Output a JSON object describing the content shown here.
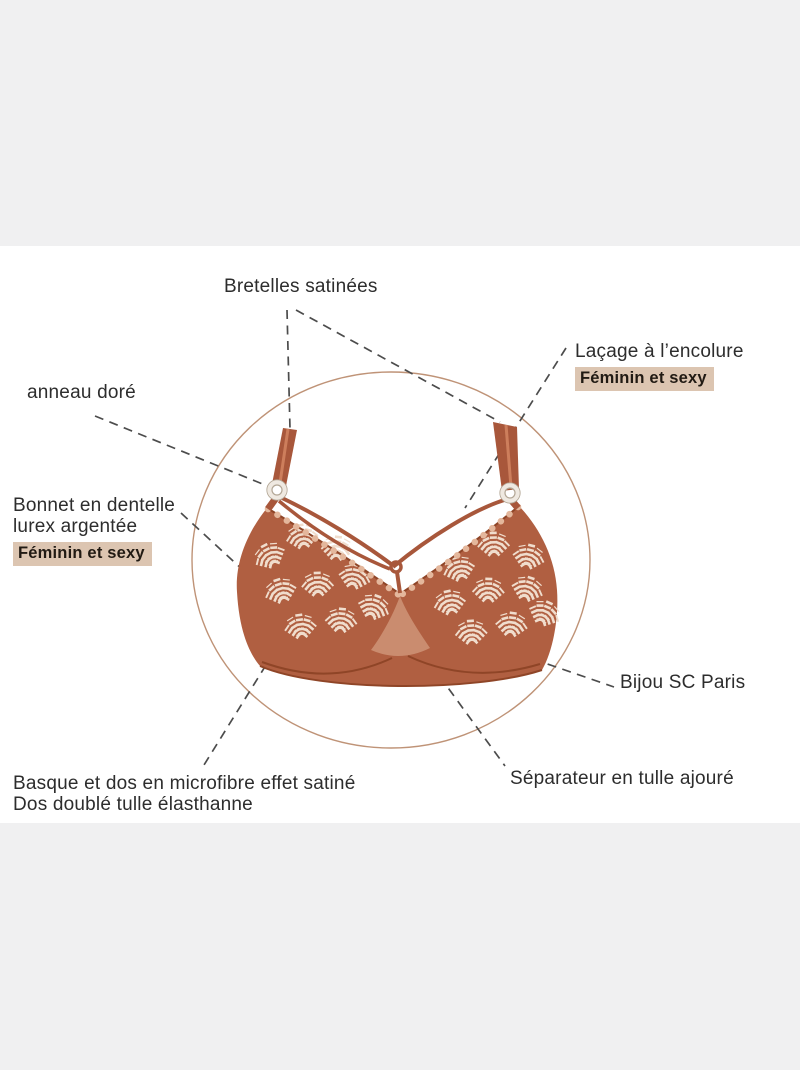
{
  "page": {
    "bg_color": "#f0f0f1",
    "canvas_bg": "#ffffff"
  },
  "callouts": {
    "bretelles": {
      "text": "Bretelles satinées"
    },
    "lacage": {
      "text": "Laçage à l’encolure",
      "badge": "Féminin et sexy"
    },
    "anneau": {
      "text": "anneau doré"
    },
    "bonnet": {
      "line1": "Bonnet en dentelle",
      "line2": "lurex argentée",
      "badge": "Féminin et sexy"
    },
    "bijou": {
      "text": "Bijou SC Paris"
    },
    "basque": {
      "line1": "Basque et dos en microfibre effet satiné",
      "line2": "Dos doublé tulle élasthanne"
    },
    "separateur": {
      "text": "Séparateur en tulle ajouré"
    }
  },
  "colors": {
    "label_text": "#2d2d2d",
    "badge_bg": "#dcc5b1",
    "badge_text": "#211a13",
    "leader_line": "#4c4c4c",
    "focus_circle": "#bf9377",
    "bra_copper": "#b05f41",
    "bra_seam": "#8f4527",
    "lace_light": "#f0ddcd",
    "scallop_trim": "#e4b79c",
    "ring_metal": "#efe9e1",
    "strap": "#a8573b"
  }
}
